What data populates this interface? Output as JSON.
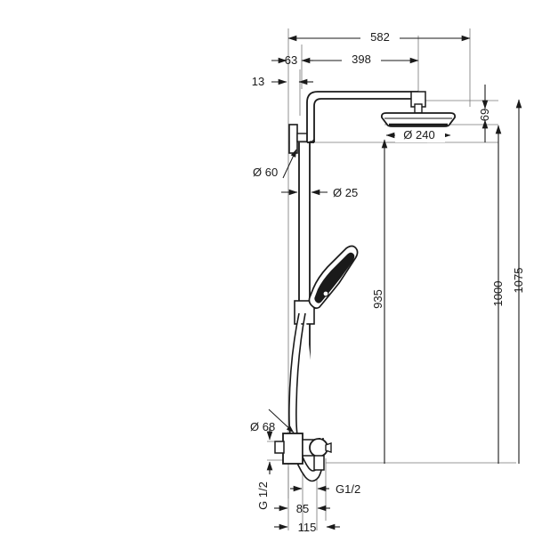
{
  "drawing": {
    "title": "Shower column technical dimension drawing",
    "units": "mm",
    "line_color": "#1a1a1a",
    "dim_line_color": "#555555",
    "product_fill": "#ffffff"
  },
  "dimensions": {
    "overall_width": "582",
    "wall_to_riser": "63",
    "riser_to_head_center": "398",
    "bracket_offset": "13",
    "head_diameter": "Ø 240",
    "head_height": "69",
    "bracket_diameter": "Ø 60",
    "riser_diameter": "Ø 25",
    "hand_shower_height": "935",
    "head_height_from_floor": "1000",
    "overall_height": "1075",
    "valve_diameter": "Ø 68",
    "inlet_left": "G 1/2",
    "outlet_bottom": "G1/2",
    "valve_depth": "85",
    "valve_width": "115"
  }
}
